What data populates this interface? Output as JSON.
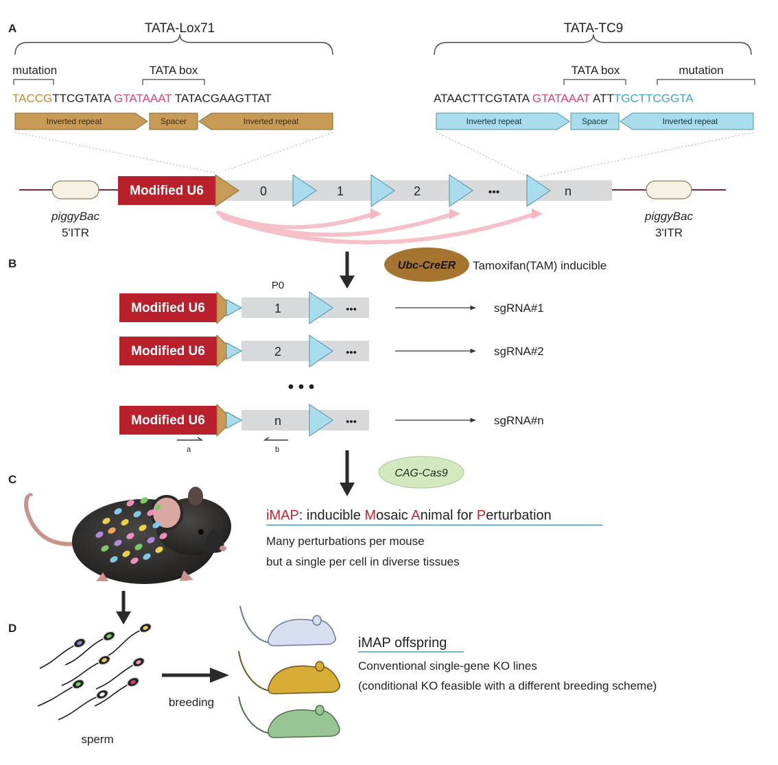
{
  "panels": {
    "a": "A",
    "b": "B",
    "c": "C",
    "d": "D"
  },
  "colors": {
    "tan": "#c79b55",
    "tanText": "#c18a35",
    "blue": "#a9dcec",
    "blueText": "#3aa6c6",
    "pink": "#d8407c",
    "red": "#b8202c",
    "gray": "#d7d9db",
    "ellipseBrown": "#a5752f",
    "ellipseGreen": "#d4e8c0",
    "arcPink": "#f4b6bf",
    "mouseBlack": "#2b2a2a",
    "mouseBlue": "#d6dff0",
    "mouseYellow": "#d7ad36",
    "mouseGreen": "#98c593"
  },
  "top": {
    "lox_title": "TATA-Lox71",
    "tc9_title": "TATA-TC9",
    "lox": {
      "mutation_label": "mutation",
      "tata_label": "TATA box",
      "seq_mut": "TACCG",
      "seq_1": "TTCGTATA ",
      "seq_tata": "GTATAAAT",
      "seq_2": " TATACGAAGTTAT",
      "ir_left": "Inverted repeat",
      "spacer": "Spacer",
      "ir_right": "Inverted repeat"
    },
    "tc9": {
      "tata_label": "TATA box",
      "mutation_label": "mutation",
      "seq_1": "ATAACTTCGTATA ",
      "seq_tata": "GTATAAAT",
      "seq_2": " ATT",
      "seq_mut": "TGCTTCGGTA",
      "ir_left": "Inverted repeat",
      "spacer": "Spacer",
      "ir_right": "Inverted repeat"
    },
    "construct": {
      "promoter": "Modified U6",
      "cells": [
        "0",
        "1",
        "2",
        "•••",
        "n"
      ],
      "left_itr": {
        "name": "piggyBac",
        "sub": "5'ITR"
      },
      "right_itr": {
        "name": "piggyBac",
        "sub": "3'ITR"
      }
    }
  },
  "b": {
    "cre_label": "Ubc-CreER",
    "cre_text": "Tamoxifan(TAM) inducible",
    "p0": "P0",
    "rows": [
      {
        "promoter": "Modified U6",
        "cell": "1",
        "dots": "•••",
        "output": "sgRNA#1"
      },
      {
        "promoter": "Modified U6",
        "cell": "2",
        "dots": "•••",
        "output": "sgRNA#2"
      },
      {
        "promoter": "Modified U6",
        "cell": "n",
        "dots": "•••",
        "output": "sgRNA#n"
      }
    ],
    "mid_dots": "• • •",
    "primer_a": "a",
    "primer_b": "b",
    "cas9_label": "CAG-Cas9"
  },
  "c": {
    "title_parts": [
      {
        "text": "iMAP",
        "color": "red"
      },
      {
        "text": ": inducible ",
        "color": "dark"
      },
      {
        "text": "M",
        "color": "red"
      },
      {
        "text": "osaic ",
        "color": "dark"
      },
      {
        "text": "A",
        "color": "red"
      },
      {
        "text": "nimal for ",
        "color": "dark"
      },
      {
        "text": "P",
        "color": "red"
      },
      {
        "text": "erturbation",
        "color": "dark"
      }
    ],
    "line1": "Many perturbations per mouse",
    "line2": "but a single per cell in diverse tissues"
  },
  "d": {
    "breeding": "breeding",
    "sperm": "sperm",
    "offspring_title": "iMAP offspring",
    "line1": "Conventional single-gene KO lines",
    "line2": "(conditional KO feasible with a different breeding scheme)"
  }
}
